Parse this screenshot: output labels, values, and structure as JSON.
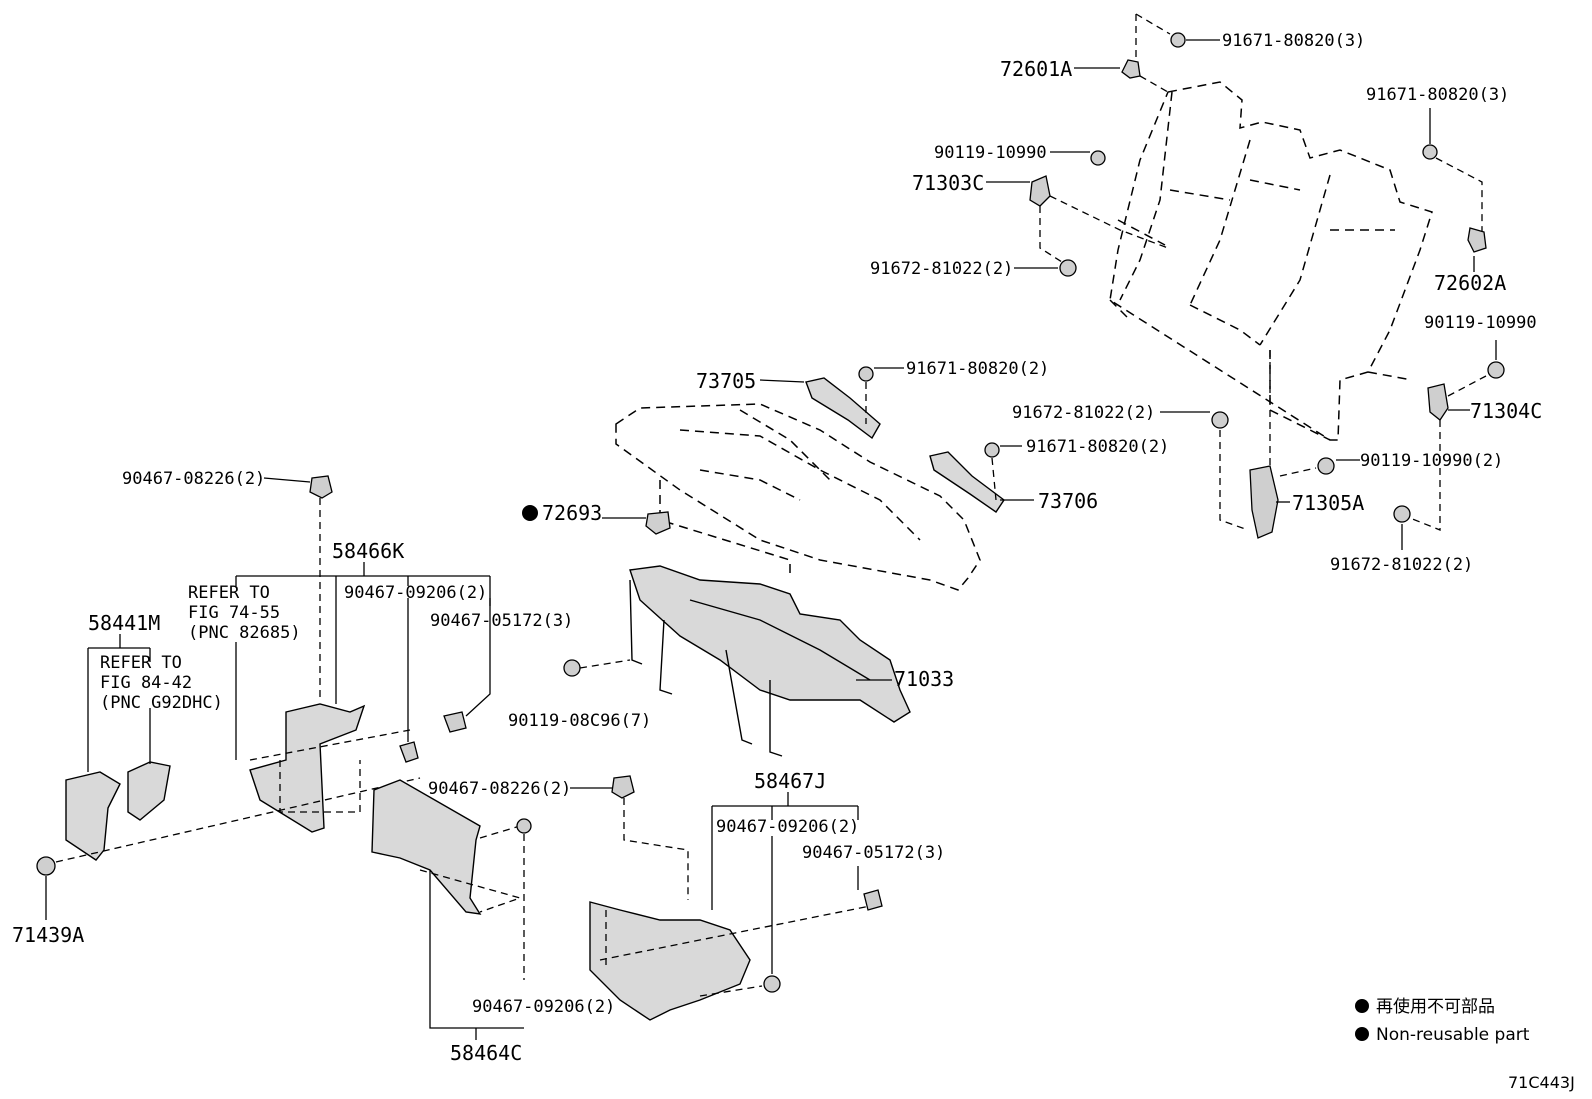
{
  "diagram_code": "71C443J",
  "legend": {
    "japanese": "再使用不可部品",
    "english": "Non-reusable part"
  },
  "labels": {
    "p72601A": "72601A",
    "p91671_80820_3a": "91671-80820(3)",
    "p91671_80820_3b": "91671-80820(3)",
    "p90119_10990a": "90119-10990",
    "p71303C": "71303C",
    "p91672_81022_2a": "91672-81022(2)",
    "p72602A": "72602A",
    "p90119_10990b": "90119-10990",
    "p71304C": "71304C",
    "p91672_81022_2b": "91672-81022(2)",
    "p90119_10990_2": "90119-10990(2)",
    "p71305A": "71305A",
    "p91672_81022_2c": "91672-81022(2)",
    "p73705": "73705",
    "p91671_80820_2a": "91671-80820(2)",
    "p91671_80820_2b": "91671-80820(2)",
    "p73706": "73706",
    "p72693": "72693",
    "p71033": "71033",
    "p90119_08C96": "90119-08C96(7)",
    "p90467_08226_2a": "90467-08226(2)",
    "p58466K": "58466K",
    "p58466K_sub1": "90467-09206(2)",
    "p58466K_sub2": "90467-05172(3)",
    "p58441M": "58441M",
    "p71439A": "71439A",
    "p90467_08226_2b": "90467-08226(2)",
    "p58467J": "58467J",
    "p58467J_sub1": "90467-09206(2)",
    "p58467J_sub2": "90467-05172(3)",
    "p90467_09206_2c": "90467-09206(2)",
    "p58464C": "58464C"
  },
  "refer1": [
    "REFER TO",
    "FIG 74-55",
    "(PNC 82685)"
  ],
  "refer2": [
    "REFER TO",
    "FIG 84-42",
    "(PNC G92DHC)"
  ]
}
